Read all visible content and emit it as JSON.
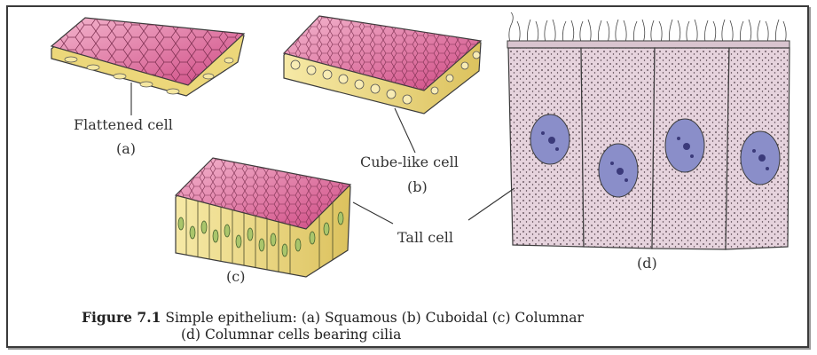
{
  "labels": {
    "flattened_cell": "Flattened cell",
    "panel_a": "(a)",
    "cube_like_cell": "Cube-like cell",
    "panel_b": "(b)",
    "tall_cell": "Tall cell",
    "panel_c": "(c)",
    "panel_d": "(d)"
  },
  "caption": {
    "figure_number": "Figure 7.1",
    "line1": "Simple epithelium: (a) Squamous (b) Cuboidal (c) Columnar",
    "line2": "(d) Columnar cells bearing cilia"
  },
  "colors": {
    "surface_pink": "#d9588f",
    "cell_yellow": "#ecd77a",
    "nucleus_purple": "#8a8ec9",
    "tall_cell_fill": "#e6d3dd",
    "outline": "#3b3b3b"
  }
}
